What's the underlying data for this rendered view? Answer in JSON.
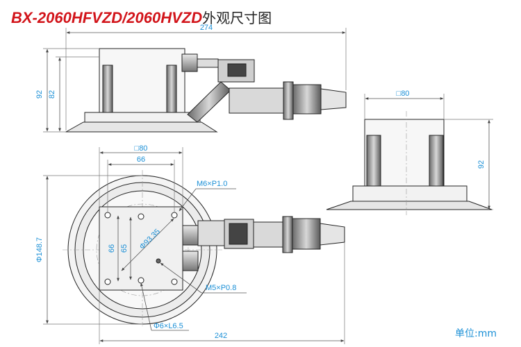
{
  "title": {
    "model": "BX-2060HFVZD/2060HVZD",
    "suffix": "外观尺寸图"
  },
  "unit_label": "单位:mm",
  "dimensions": {
    "overall_length": "274",
    "height_92_front": "92",
    "height_82": "82",
    "square_side_view": "□80",
    "height_92_side": "92",
    "square_top_view": "□80",
    "hole_spacing_66_h": "66",
    "diameter_148_7": "Φ148.7",
    "hole_spacing_66_v": "66",
    "hole_spacing_65_v": "65",
    "pcd_93_35": "Φ93.35",
    "thread_m6": "M6×P1.0",
    "thread_m5": "M5×P0.8",
    "hole_6": "Φ6×L6.5",
    "length_242": "242"
  }
}
